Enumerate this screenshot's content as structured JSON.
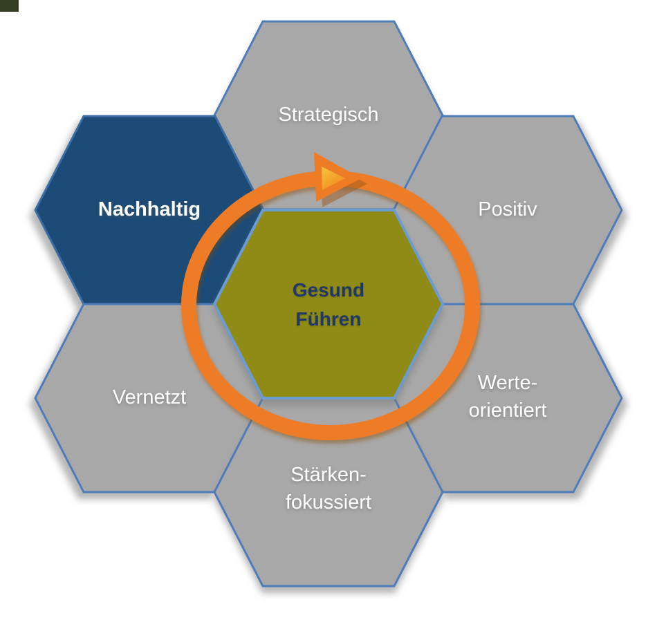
{
  "diagram": {
    "type": "hexagon-cycle",
    "background": "#ffffff",
    "border_color": "#4d7bb8",
    "center_hexagon": {
      "label_line1": "Gesund",
      "label_line2": "Führen",
      "fill": "#8f8b16",
      "border": "#6c9bd2",
      "text_color": "#1f3864"
    },
    "hexagons": [
      {
        "label": "Strategisch",
        "position": "top",
        "fill": "#a8a8a8",
        "text_color": "#ffffff"
      },
      {
        "label": "Nachhaltig",
        "position": "upper-left",
        "fill": "#1c4b77",
        "text_color": "#ffffff"
      },
      {
        "label": "Positiv",
        "position": "upper-right",
        "fill": "#a8a8a8",
        "text_color": "#ffffff"
      },
      {
        "label": "Vernetzt",
        "position": "lower-left",
        "fill": "#a8a8a8",
        "text_color": "#ffffff"
      },
      {
        "label_line1": "Werte-",
        "label_line2": "orientiert",
        "position": "lower-right",
        "fill": "#a8a8a8",
        "text_color": "#ffffff"
      },
      {
        "label_line1": "Stärken-",
        "label_line2": "fokussiert",
        "position": "bottom",
        "fill": "#a8a8a8",
        "text_color": "#ffffff"
      }
    ],
    "cycle_arrow": {
      "color": "#ee7c25",
      "direction": "clockwise",
      "arrowhead_inner_color": "#f6b42f",
      "arrowhead_shadow_color": "#9a5a1a"
    },
    "corner_mark_color": "#333d22"
  }
}
